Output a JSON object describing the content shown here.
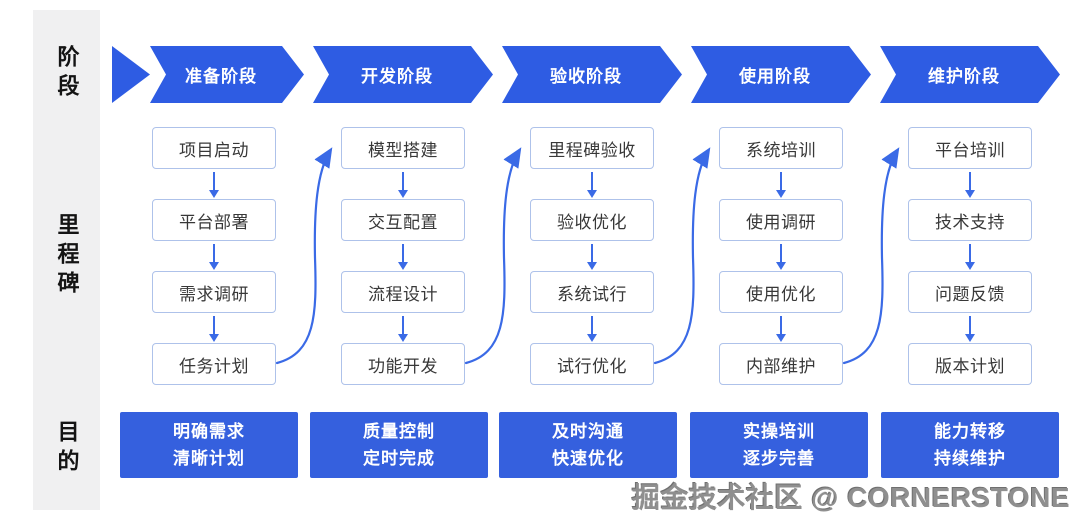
{
  "colors": {
    "banner_blue": "#2e5ce3",
    "purpose_blue": "#3560de",
    "connector_blue": "#3a6ae6",
    "box_border": "#aec2ea",
    "sidebar_bg": "#f0f0f1",
    "watermark_gray": "#8f8f8f"
  },
  "sidebar": {
    "labels": [
      {
        "id": "phase",
        "text": "阶段"
      },
      {
        "id": "milestone",
        "text": "里程碑"
      },
      {
        "id": "purpose",
        "text": "目的"
      }
    ]
  },
  "phases": [
    {
      "banner": "准备阶段",
      "milestones": [
        "项目启动",
        "平台部署",
        "需求调研",
        "任务计划"
      ],
      "purpose": [
        "明确需求",
        "清晰计划"
      ]
    },
    {
      "banner": "开发阶段",
      "milestones": [
        "模型搭建",
        "交互配置",
        "流程设计",
        "功能开发"
      ],
      "purpose": [
        "质量控制",
        "定时完成"
      ]
    },
    {
      "banner": "验收阶段",
      "milestones": [
        "里程碑验收",
        "验收优化",
        "系统试行",
        "试行优化"
      ],
      "purpose": [
        "及时沟通",
        "快速优化"
      ]
    },
    {
      "banner": "使用阶段",
      "milestones": [
        "系统培训",
        "使用调研",
        "使用优化",
        "内部维护"
      ],
      "purpose": [
        "实操培训",
        "逐步完善"
      ]
    },
    {
      "banner": "维护阶段",
      "milestones": [
        "平台培训",
        "技术支持",
        "问题反馈",
        "版本计划"
      ],
      "purpose": [
        "能力转移",
        "持续维护"
      ]
    }
  ],
  "watermark": {
    "text": "掘金技术社区 @ CORNERSTONE"
  }
}
